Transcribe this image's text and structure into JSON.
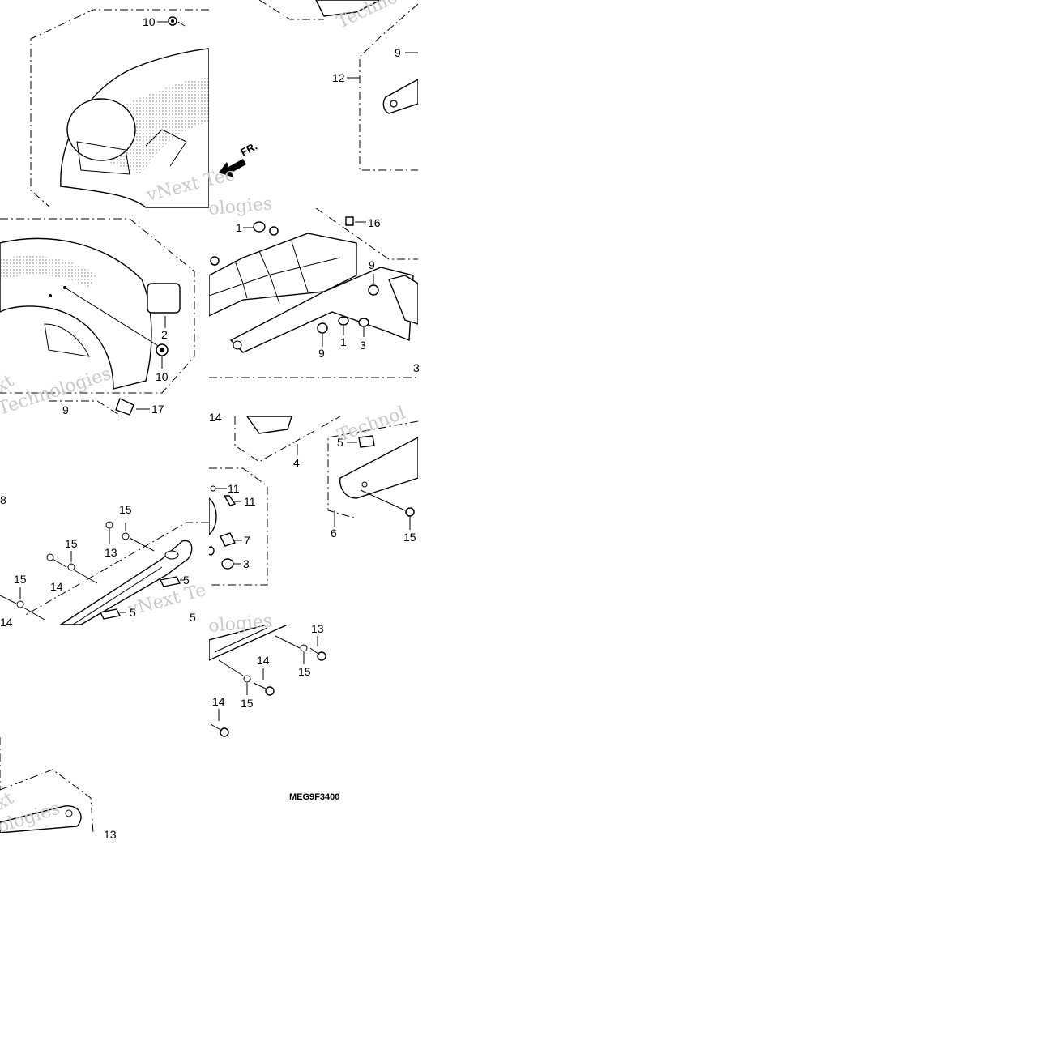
{
  "diagram": {
    "drawing_code": "MEG9F3400",
    "direction_label": "FR.",
    "watermarks": [
      "Techno",
      "vNext Tec",
      "ologies",
      "Technologies",
      "xt",
      "Technol",
      "vNext Te",
      "ologies",
      "xt",
      "ologies"
    ],
    "callouts": [
      {
        "id": "c1",
        "text": "10"
      },
      {
        "id": "c2",
        "text": "9"
      },
      {
        "id": "c3",
        "text": "12"
      },
      {
        "id": "c4",
        "text": "1"
      },
      {
        "id": "c5",
        "text": "16"
      },
      {
        "id": "c6",
        "text": "9"
      },
      {
        "id": "c7",
        "text": "9"
      },
      {
        "id": "c8",
        "text": "1"
      },
      {
        "id": "c9",
        "text": "3"
      },
      {
        "id": "c10",
        "text": "3"
      },
      {
        "id": "c11",
        "text": "2"
      },
      {
        "id": "c12",
        "text": "10"
      },
      {
        "id": "c13",
        "text": "9"
      },
      {
        "id": "c14",
        "text": "17"
      },
      {
        "id": "c15",
        "text": "14"
      },
      {
        "id": "c16",
        "text": "4"
      },
      {
        "id": "c17",
        "text": "5"
      },
      {
        "id": "c18",
        "text": "6"
      },
      {
        "id": "c19",
        "text": "15"
      },
      {
        "id": "c20",
        "text": "8"
      },
      {
        "id": "c21",
        "text": "15"
      },
      {
        "id": "c22",
        "text": "13"
      },
      {
        "id": "c23",
        "text": "15"
      },
      {
        "id": "c24",
        "text": "14"
      },
      {
        "id": "c25",
        "text": "15"
      },
      {
        "id": "c26",
        "text": "14"
      },
      {
        "id": "c27",
        "text": "5"
      },
      {
        "id": "c28",
        "text": "5"
      },
      {
        "id": "c29",
        "text": "5"
      },
      {
        "id": "c30",
        "text": "11"
      },
      {
        "id": "c31",
        "text": "11"
      },
      {
        "id": "c32",
        "text": "7"
      },
      {
        "id": "c33",
        "text": "3"
      },
      {
        "id": "c34",
        "text": "13"
      },
      {
        "id": "c35",
        "text": "15"
      },
      {
        "id": "c36",
        "text": "14"
      },
      {
        "id": "c37",
        "text": "15"
      },
      {
        "id": "c38",
        "text": "14"
      },
      {
        "id": "c39",
        "text": "13"
      }
    ]
  }
}
